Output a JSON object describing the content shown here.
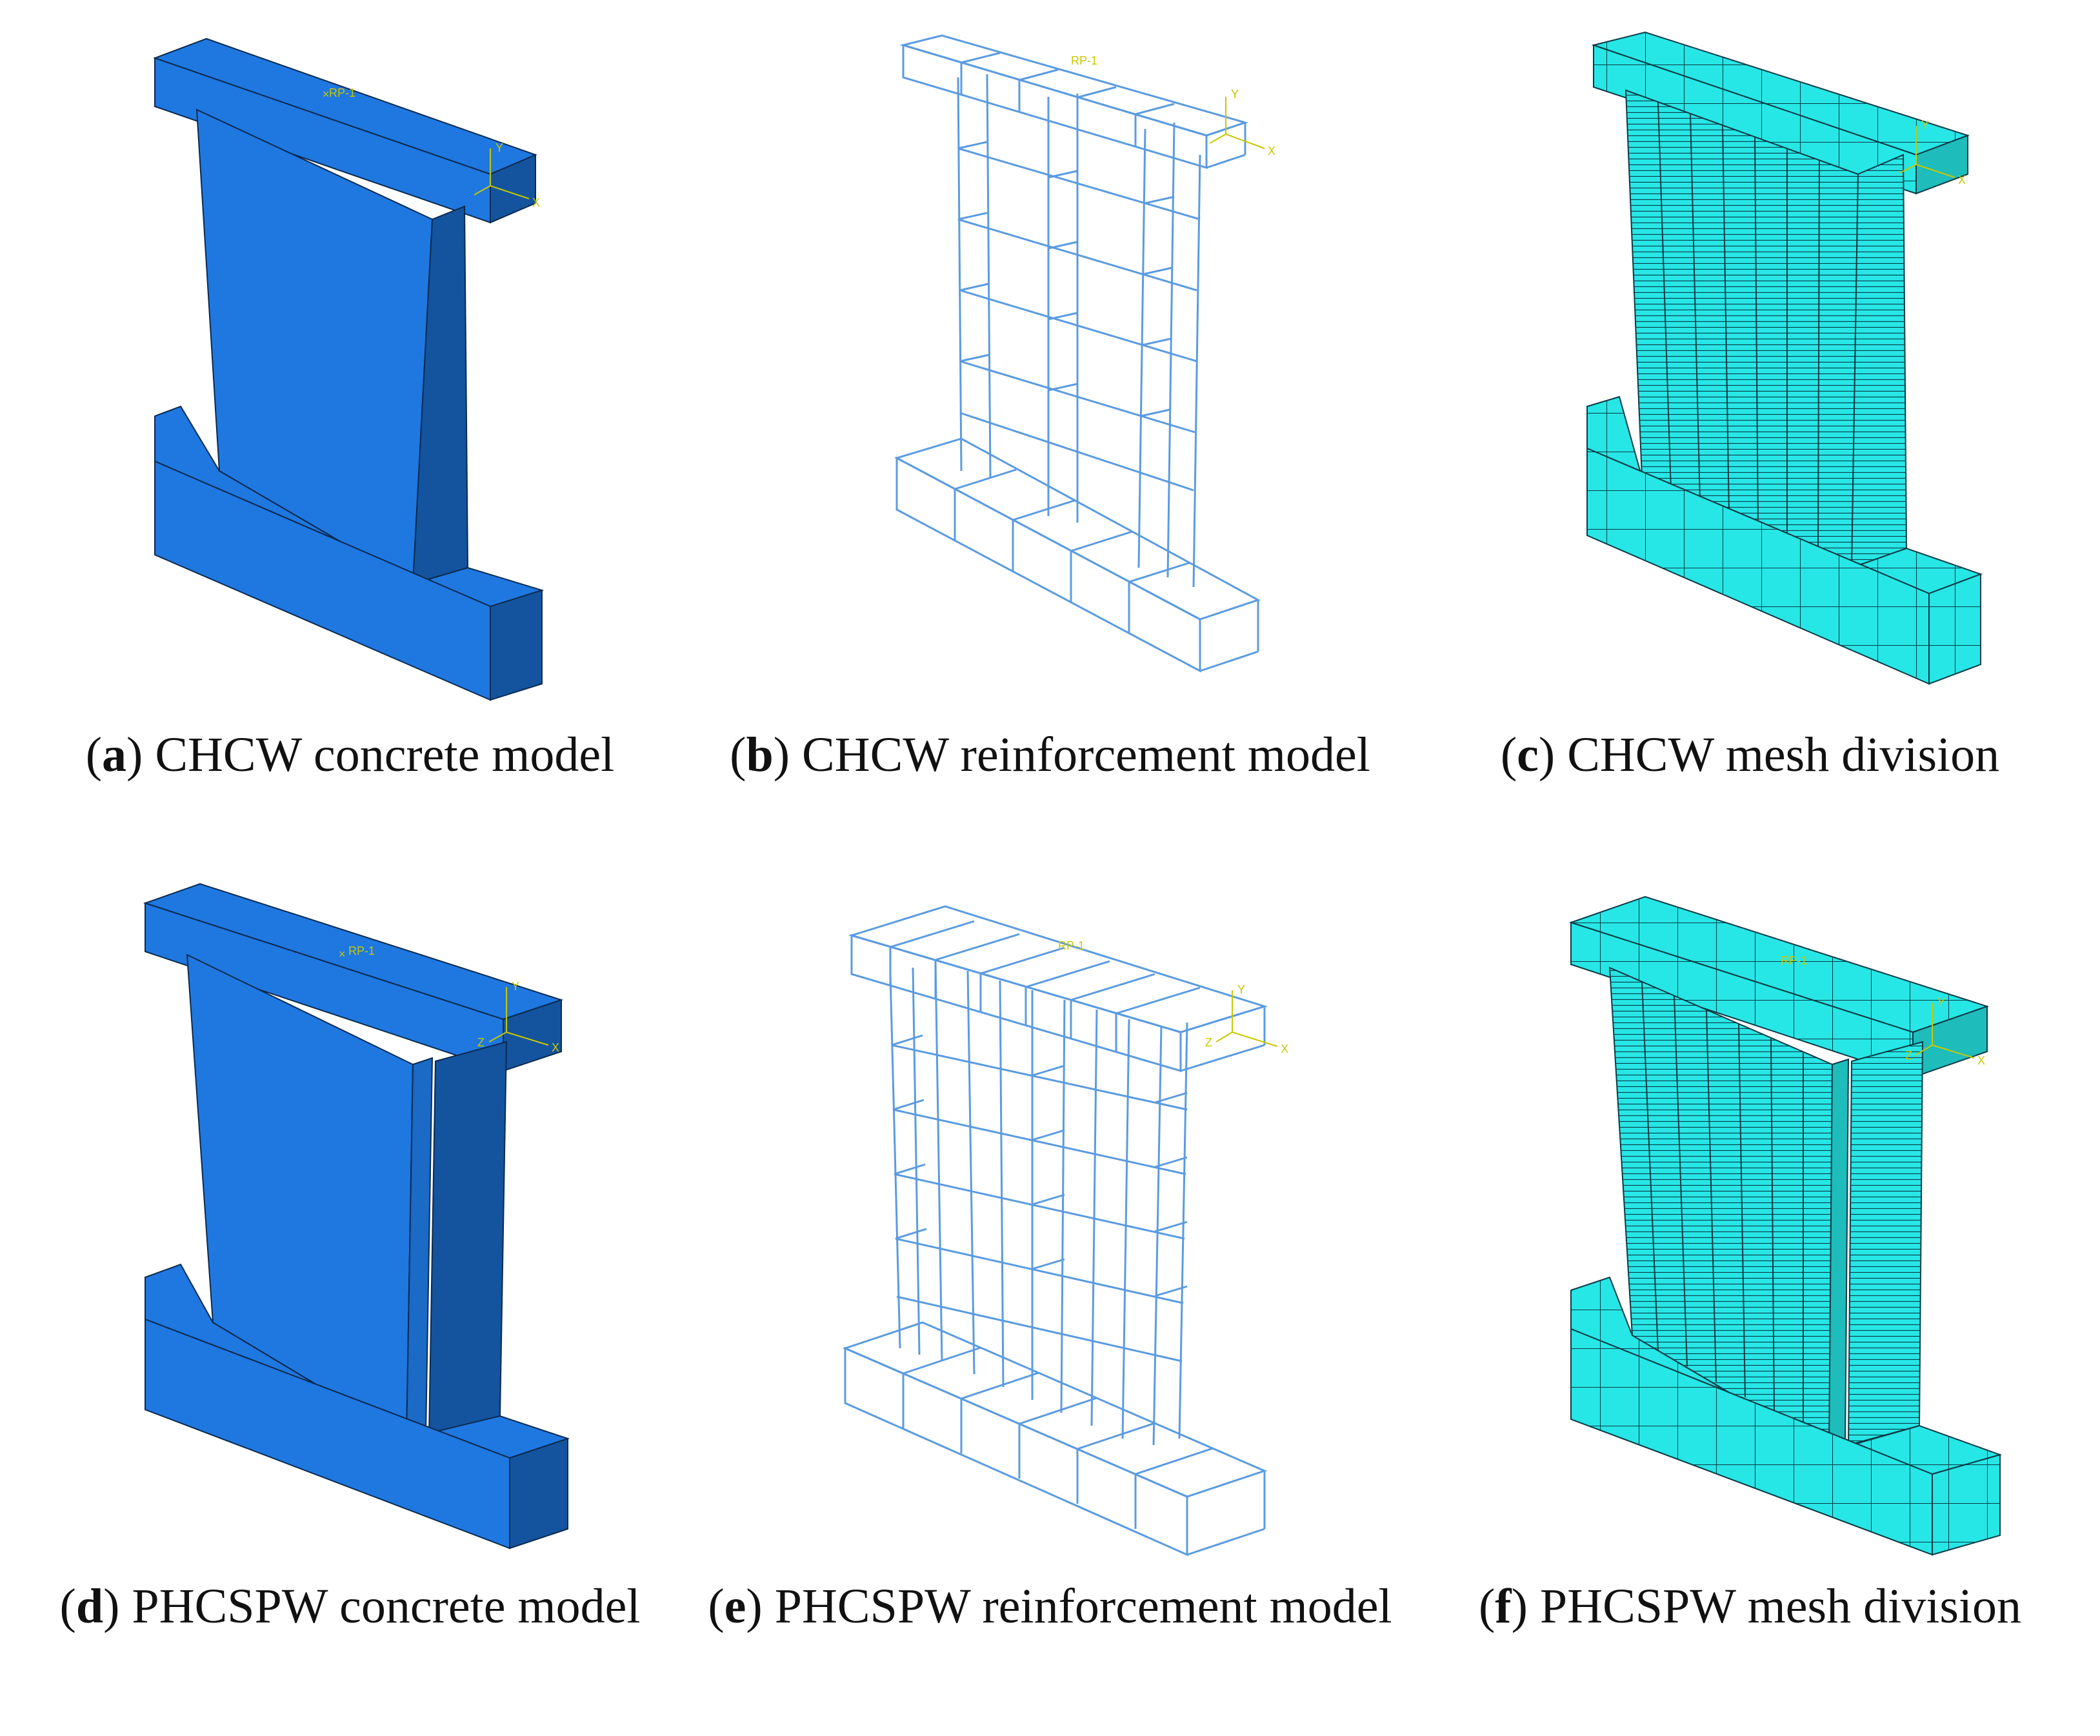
{
  "panels": [
    {
      "letter": "a",
      "text": "CHCW concrete model"
    },
    {
      "letter": "b",
      "text": "CHCW reinforcement model"
    },
    {
      "letter": "c",
      "text": "CHCW mesh division"
    },
    {
      "letter": "d",
      "text": "PHCSPW concrete model"
    },
    {
      "letter": "e",
      "text": "PHCSPW reinforcement model"
    },
    {
      "letter": "f",
      "text": "PHCSPW mesh division"
    }
  ],
  "ref_point_label": "RP-1",
  "axis_labels": {
    "x": "X",
    "y": "Y",
    "z": "Z"
  },
  "colors": {
    "concrete_face": "#1f78e0",
    "concrete_side": "#14549e",
    "rebar": "#5b9be0",
    "mesh_face": "#27e6e6",
    "mesh_side": "#1fbcbc",
    "mesh_line": "#0b3b45",
    "axis": "#c8c800"
  }
}
